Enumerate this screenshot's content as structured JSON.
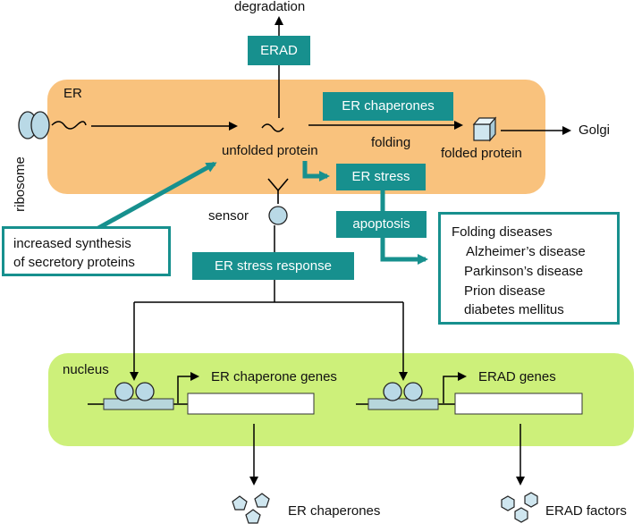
{
  "labels": {
    "degradation": "degradation",
    "erad": "ERAD",
    "er": "ER",
    "ribosome": "ribosome",
    "er_chaperones_box": "ER chaperones",
    "folding": "folding",
    "unfolded_protein": "unfolded protein",
    "folded_protein": "folded protein",
    "golgi": "Golgi",
    "er_stress": "ER stress",
    "sensor": "sensor",
    "apoptosis": "apoptosis",
    "er_stress_response": "ER stress response",
    "increased_synthesis": [
      "increased synthesis",
      "of secretory proteins"
    ],
    "folding_diseases": {
      "title": "Folding diseases",
      "items": [
        "Alzheimer’s disease",
        "Parkinson’s disease",
        "Prion disease",
        "diabetes mellitus"
      ]
    },
    "nucleus": "nucleus",
    "er_chaperone_genes": "ER chaperone genes",
    "erad_genes": "ERAD genes",
    "er_chaperones_product": "ER chaperones",
    "erad_factors": "ERAD factors"
  },
  "colors": {
    "er_region": "#f9c27d",
    "nucleus_region": "#cdf07a",
    "teal": "#17908e",
    "blob": "#b9d9e6",
    "promoter_bar": "#b7d6dc"
  }
}
